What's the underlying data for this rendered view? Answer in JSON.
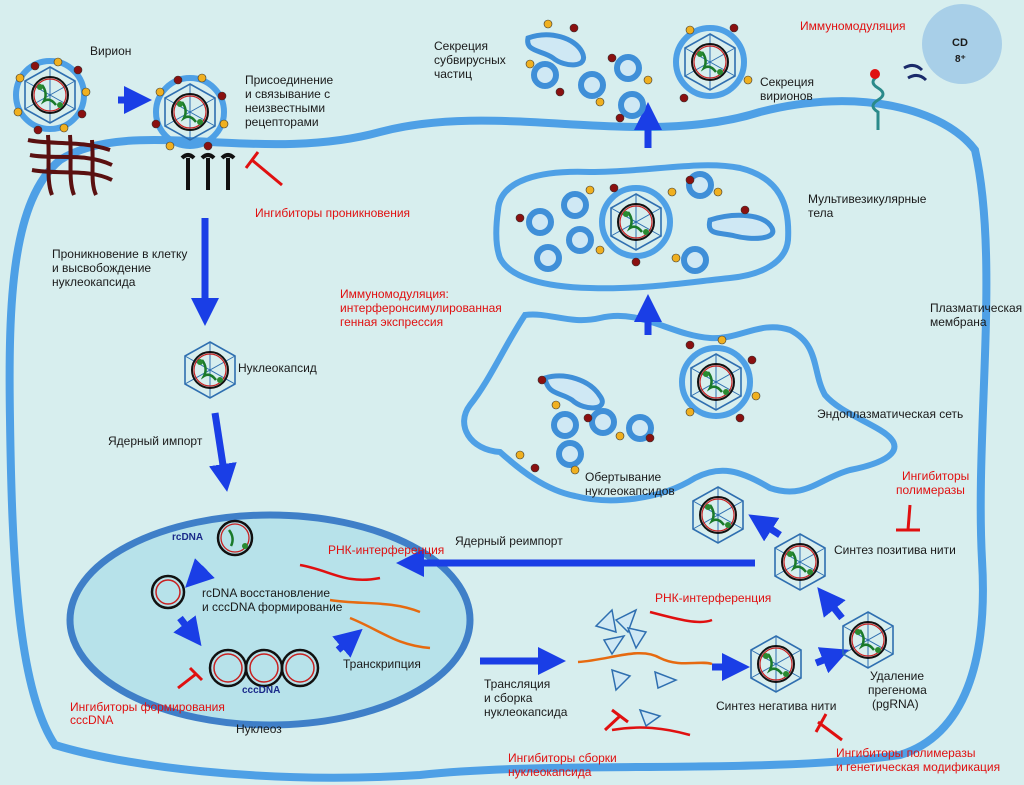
{
  "colors": {
    "background": "#d7eeee",
    "cell": "#d7eeee",
    "membrane": "#4ea0e6",
    "nucleus": "#b7e2ea",
    "arrow": "#1a3ee6",
    "inhibitor": "#e01010"
  },
  "labels": {
    "virion": "Вирион",
    "attach": [
      "Присоединение",
      "и связывание с",
      "неизвестными",
      "рецепторами"
    ],
    "entry_inhibitors": "Ингибиторы проникновения",
    "entry": [
      "Проникновение в клетку",
      "и высвобождение",
      "нуклеокапсида"
    ],
    "nucleocapsid": "Нуклеокапсид",
    "nuclear_import": "Ядерный импорт",
    "rcdna": "rcDNA",
    "repair": [
      "rcDNA восстановление",
      "и cccDNA формирование"
    ],
    "cccdna": "cccDNA",
    "transcription": "Транскрипция",
    "nucleus": "Нуклеоз",
    "ccc_inhibitors": [
      "Ингибиторы формирования",
      "cccDNA"
    ],
    "rnai_nucleus": "РНК-интерференция",
    "reimport": "Ядерный реимпорт",
    "translation": [
      "Трансляция",
      "и сборка",
      "нуклеокапсида"
    ],
    "assembly_inhibitors": [
      "Ингибиторы сборки",
      "нуклеокапсида"
    ],
    "rnai_cytoplasm": "РНК-интерференция",
    "minus_strand": "Синтез негатива нити",
    "pgrna_removal": [
      "Удаление",
      "прегенома",
      "(pgRNA)"
    ],
    "poly_inhibitors_gen": [
      "Ингибиторы полимеразы",
      "и генетическая модификация"
    ],
    "plus_strand": "Синтез позитива нити",
    "poly_inhibitors": [
      "Ингибиторы",
      "полимеразы"
    ],
    "envelopment": [
      "Обертывание",
      "нуклеокапсидов"
    ],
    "er": "Эндоплазматическая сеть",
    "membrane": [
      "Плазматическая",
      "мембрана"
    ],
    "mvb": [
      "Мультивезикулярные",
      "тела"
    ],
    "interferon": [
      "Иммуномодуляция:",
      "интерферонсимулированная",
      "генная экспрессия"
    ],
    "subviral": [
      "Секреция",
      "субвирусных",
      "частиц"
    ],
    "virion_secretion": [
      "Секреция",
      "вирионов"
    ],
    "immunomod": "Иммуномодуляция",
    "cd8": "CD",
    "cd8_sup": "8⁺"
  }
}
